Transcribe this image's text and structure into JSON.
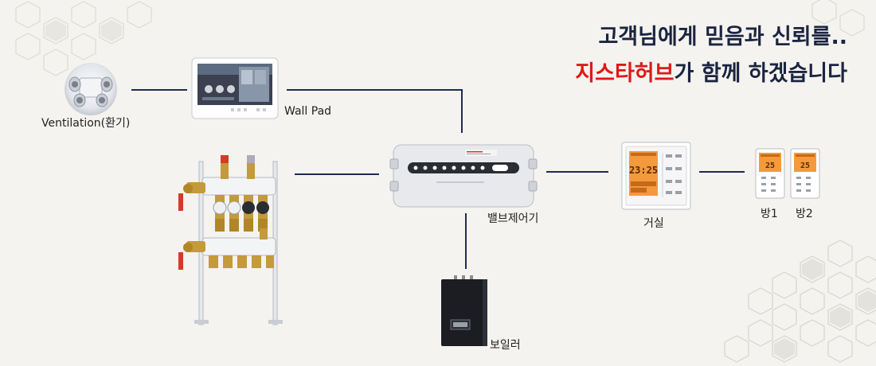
{
  "headline": {
    "line1": "고객님에게 믿음과 신뢰를..",
    "line2_highlight": "지스타허브",
    "line2_rest": "가 함께 하겠습니다",
    "highlight_color": "#e01818",
    "text_color": "#1b2440"
  },
  "devices": {
    "ventilation": {
      "label": "Ventilation(환기)",
      "icon": "ventilation-unit-icon"
    },
    "wallpad": {
      "label": "Wall Pad",
      "icon": "wall-pad-icon"
    },
    "manifold": {
      "label": "",
      "icon": "manifold-icon"
    },
    "valve_controller": {
      "label": "밸브제어기",
      "icon": "valve-controller-icon"
    },
    "boiler": {
      "label": "보일러",
      "icon": "boiler-icon"
    },
    "living_room": {
      "label": "거실",
      "icon": "thermostat-icon",
      "display": "23:25"
    },
    "room1": {
      "label": "방1",
      "icon": "room-thermostat-icon",
      "display": "25"
    },
    "room2": {
      "label": "방2",
      "icon": "room-thermostat-icon",
      "display": "25"
    }
  },
  "line_color": "#1e2b4f"
}
